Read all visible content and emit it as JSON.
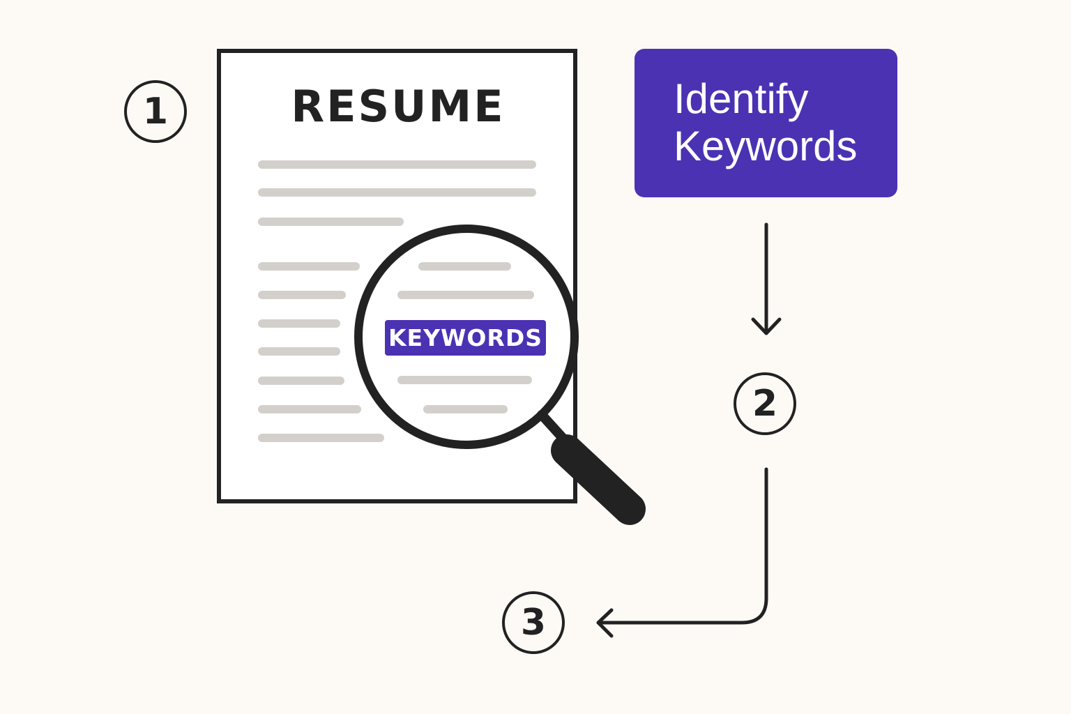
{
  "steps": {
    "one": "1",
    "two": "2",
    "three": "3"
  },
  "resume": {
    "title": "RESUME"
  },
  "magnifier": {
    "highlight_label": "KEYWORDS"
  },
  "action_box": {
    "line1": "Identify",
    "line2": "Keywords"
  },
  "colors": {
    "background": "#fdfaf6",
    "accent": "#4b32b3",
    "ink": "#222222",
    "text_line": "#d3d0cc"
  }
}
